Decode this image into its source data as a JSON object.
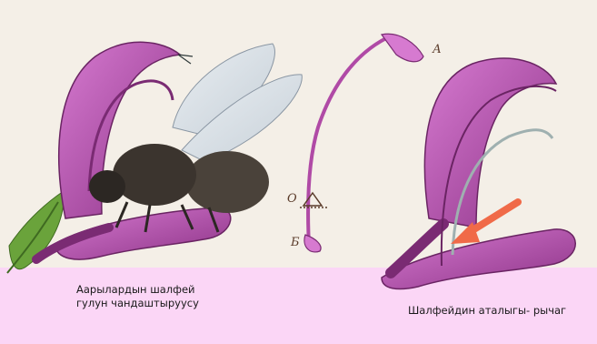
{
  "captions": {
    "left_line1": "Аарылардын шалфей",
    "left_line2": "гулун чандаштыруусу",
    "right": "Шалфейдин аталыгы- рычаг"
  },
  "labels": {
    "a": "А",
    "o": "О",
    "b": "Б"
  },
  "colors": {
    "background": "#f4efe7",
    "caption_band": "#fbd6f6",
    "petal": "#b04aa6",
    "petal_light": "#d67ad0",
    "petal_dark": "#7a2b73",
    "leaf": "#6aa33b",
    "bee_body": "#4a423a",
    "arrow": "#f06a48"
  },
  "icons": [
    "bee-illustration",
    "salvia-flower",
    "stamen-lever",
    "red-arrow"
  ]
}
